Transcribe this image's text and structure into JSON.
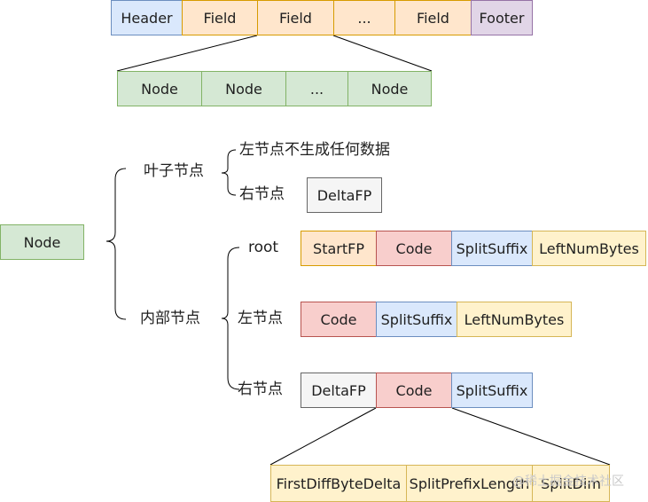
{
  "top_row": [
    "Header",
    "Field",
    "Field",
    "...",
    "Field",
    "Footer"
  ],
  "node_row": [
    "Node",
    "Node",
    "...",
    "Node"
  ],
  "root_node": "Node",
  "leaf_label": "叶子节点",
  "leaf_left_label": "左节点不生成任何数据",
  "leaf_right_label": "右节点",
  "leaf_right_fields": [
    "DeltaFP"
  ],
  "internal_label": "内部节点",
  "internal_root_label": "root",
  "internal_root_fields": [
    "StartFP",
    "Code",
    "SplitSuffix",
    "LeftNumBytes"
  ],
  "internal_left_label": "左节点",
  "internal_left_fields": [
    "Code",
    "SplitSuffix",
    "LeftNumBytes"
  ],
  "internal_right_label": "右节点",
  "internal_right_fields": [
    "DeltaFP",
    "Code",
    "SplitSuffix"
  ],
  "code_expansion": [
    "FirstDiffByteDelta",
    "SplitPrefixLength",
    "SplitDim"
  ],
  "watermark": "@稀土掘金技术社区",
  "colors": {
    "blue": "#dae8fc",
    "orange": "#ffe6cc",
    "purple": "#e1d5e7",
    "green": "#d5e8d4",
    "red": "#f8cecc",
    "yellow": "#fff2cc",
    "gray": "#f5f5f5"
  }
}
